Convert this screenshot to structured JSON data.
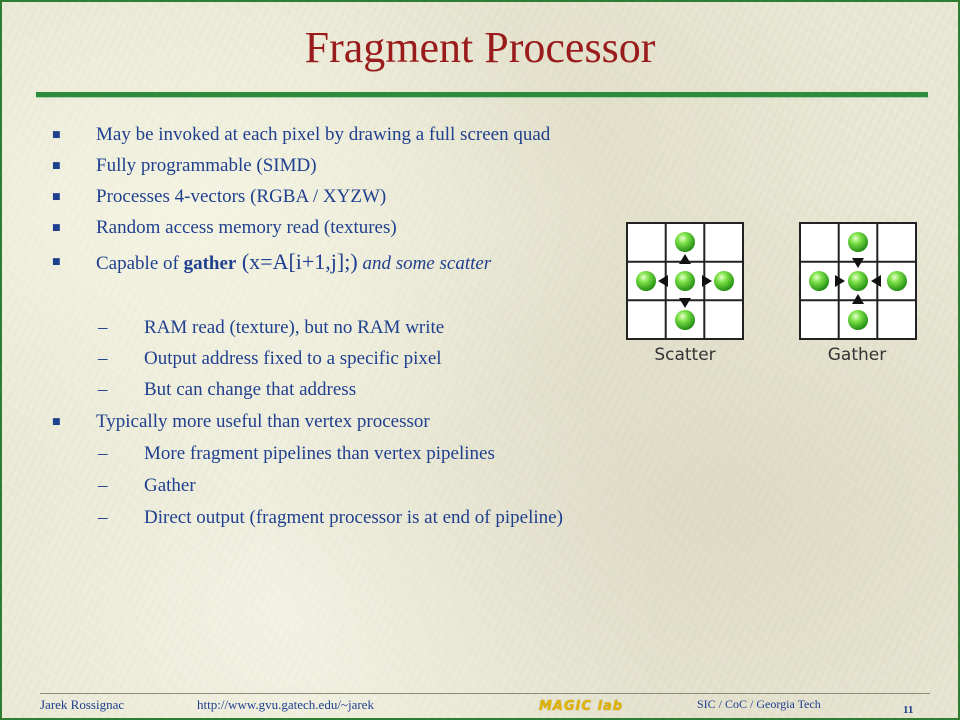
{
  "slide": {
    "title": "Fragment Processor",
    "bullets": [
      {
        "level": 1,
        "text": "May be invoked at each pixel by drawing a full screen quad"
      },
      {
        "level": 1,
        "text": "Fully programmable (SIMD)"
      },
      {
        "level": 1,
        "text": "Processes 4-vectors (RGBA / XYZW)"
      },
      {
        "level": 1,
        "text": "Random access memory read (textures)"
      },
      {
        "level": 1,
        "prefix": "Capable of ",
        "bold": "gather",
        "code": " (x=A[i+1,j];)",
        "suffix": " and some scatter"
      },
      {
        "level": 2,
        "text": "RAM read (texture), but no RAM write"
      },
      {
        "level": 2,
        "text": "Output address fixed to a specific pixel"
      },
      {
        "level": 2,
        "text": "But can change that address"
      },
      {
        "level": 1,
        "text": "Typically more useful than vertex processor"
      },
      {
        "level": 2,
        "text": "More fragment pipelines than vertex pipelines"
      },
      {
        "level": 2,
        "text": "Gather"
      },
      {
        "level": 2,
        "text": "Direct output (fragment processor is at end of pipeline)"
      }
    ],
    "bullet_marker": "■",
    "dash_marker": "–"
  },
  "diagrams": {
    "scatter_label": "Scatter",
    "gather_label": "Gather"
  },
  "footer": {
    "author": "Jarek Rossignac",
    "url": "http://www.gvu.gatech.edu/~jarek",
    "logo_text": "MAGIC lab",
    "affiliation": "SIC / CoC / Georgia Tech",
    "page_number": "11"
  },
  "colors": {
    "title": "#9a1b1b",
    "text": "#1f3f8f",
    "rule": "#2e8b3e",
    "ball": "#3fbf1f"
  }
}
